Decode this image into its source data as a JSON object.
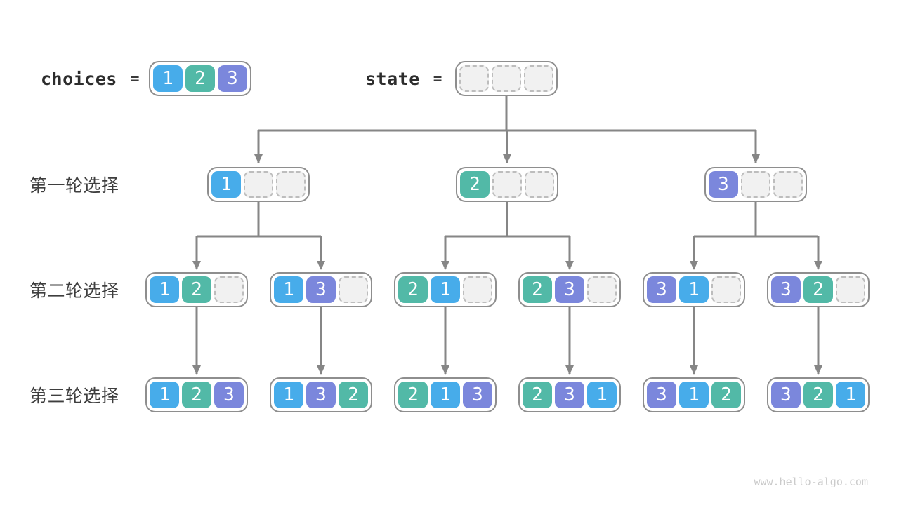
{
  "colors": {
    "choice_1": "#47ACEA",
    "choice_2": "#52B9A7",
    "choice_3": "#7B87DC",
    "empty_cell": "#F1F1F1",
    "cell_text": "#FFFFFF",
    "line": "#868686"
  },
  "header": {
    "choices_label": "choices",
    "choices_equals": "=",
    "choices_cells": [
      "1",
      "2",
      "3"
    ],
    "state_label": "state",
    "state_equals": "=",
    "state_cells": [
      "",
      "",
      ""
    ]
  },
  "rows": [
    {
      "label": "第一轮选择",
      "nodes": [
        [
          "1",
          "",
          ""
        ],
        [
          "2",
          "",
          ""
        ],
        [
          "3",
          "",
          ""
        ]
      ]
    },
    {
      "label": "第二轮选择",
      "nodes": [
        [
          "1",
          "2",
          ""
        ],
        [
          "1",
          "3",
          ""
        ],
        [
          "2",
          "1",
          ""
        ],
        [
          "2",
          "3",
          ""
        ],
        [
          "3",
          "1",
          ""
        ],
        [
          "3",
          "2",
          ""
        ]
      ]
    },
    {
      "label": "第三轮选择",
      "nodes": [
        [
          "1",
          "2",
          "3"
        ],
        [
          "1",
          "3",
          "2"
        ],
        [
          "2",
          "1",
          "3"
        ],
        [
          "2",
          "3",
          "1"
        ],
        [
          "3",
          "1",
          "2"
        ],
        [
          "3",
          "2",
          "1"
        ]
      ]
    }
  ],
  "watermark": "www.hello-algo.com"
}
